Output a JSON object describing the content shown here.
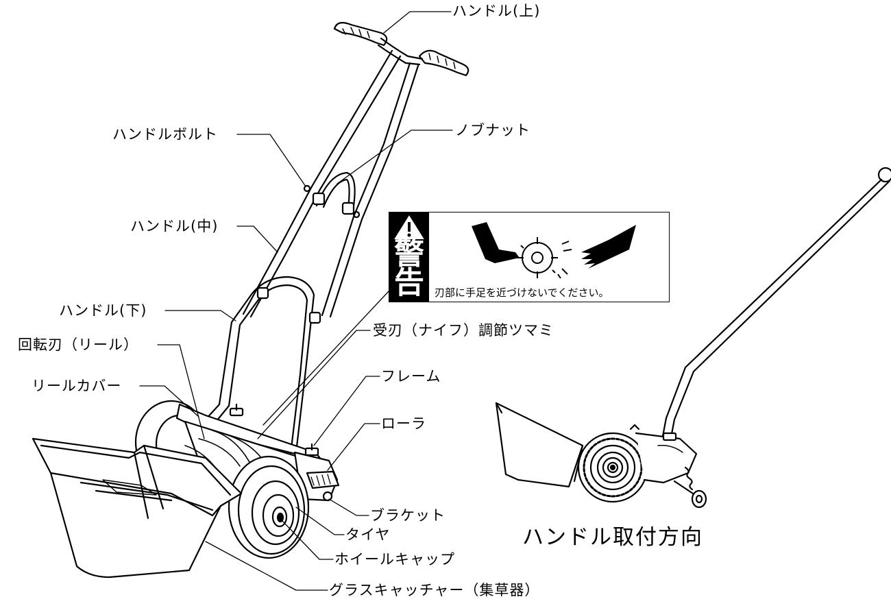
{
  "labels": {
    "handle_upper": "ハンドル(上)",
    "handle_bolt": "ハンドルボルト",
    "knob_nut": "ノブナット",
    "handle_middle": "ハンドル(中)",
    "handle_lower": "ハンドル(下)",
    "reel_blade": "回転刃（リール）",
    "reel_cover": "リールカバー",
    "bed_knife_knob": "受刃（ナイフ）調節ツマミ",
    "frame": "フレーム",
    "roller": "ローラ",
    "bracket": "ブラケット",
    "tire": "タイヤ",
    "wheel_cap": "ホイールキャップ",
    "grass_catcher": "グラスキャッチャー（集草器）"
  },
  "warning": {
    "word": "警告",
    "text": "刃部に手足を近づけないでください。"
  },
  "caption": "ハンドル取付方向",
  "colors": {
    "line": "#000000",
    "background": "#ffffff"
  },
  "icons": [
    "warning-triangle-icon",
    "hand-foot-blade-pictogram"
  ]
}
